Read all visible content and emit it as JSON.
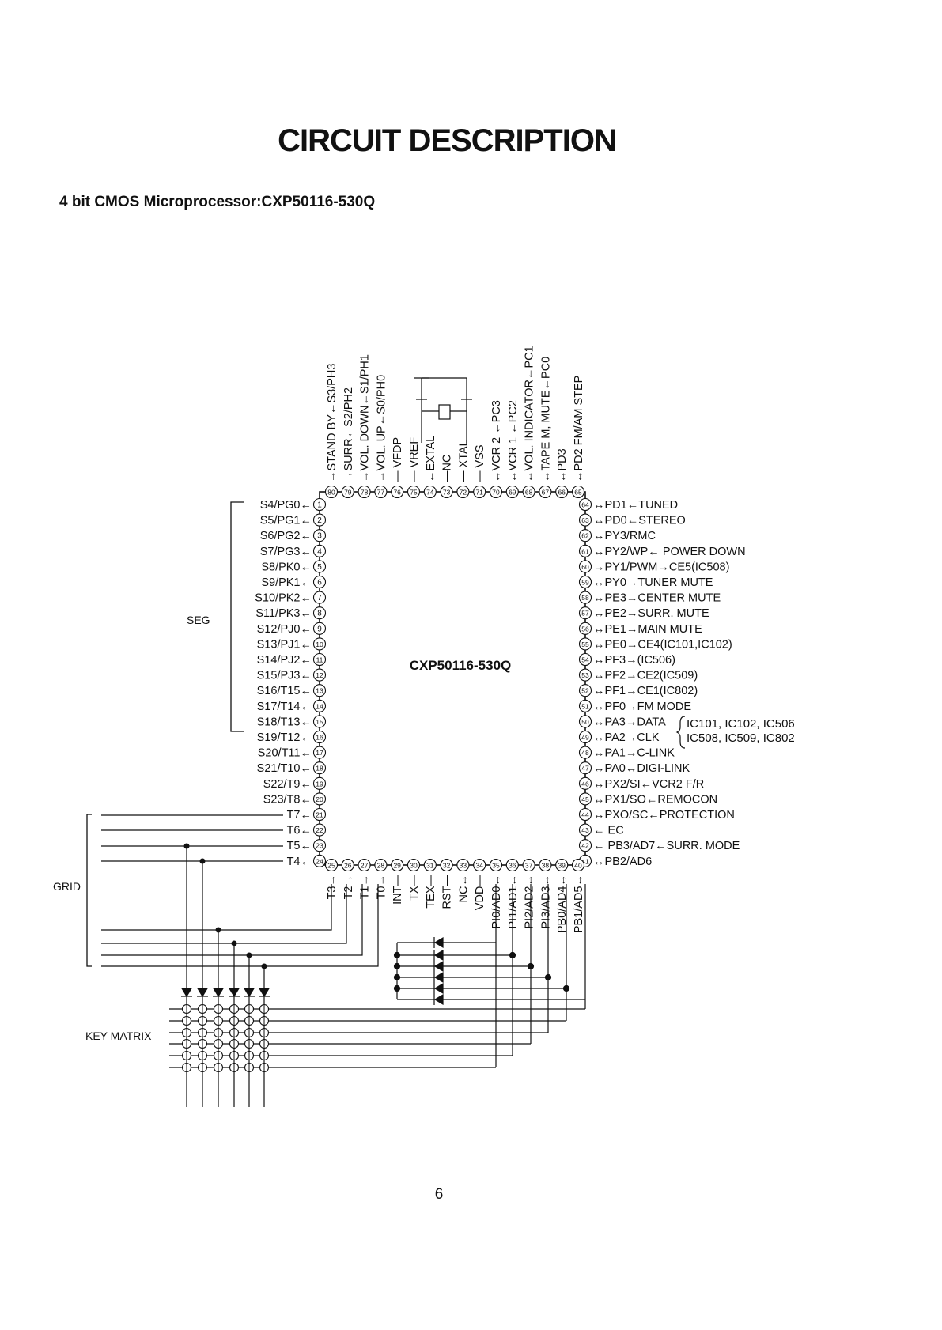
{
  "title": "CIRCUIT DESCRIPTION",
  "subtitle": "4 bit CMOS Microprocessor:CXP50116-530Q",
  "page_number": "6",
  "chip_label": "CXP50116-530Q",
  "group_labels": {
    "seg": "SEG",
    "grid": "GRID",
    "key_matrix": "KEY MATRIX"
  },
  "bracket_labels": {
    "data_ics_line1": "IC101, IC102, IC506",
    "data_ics_line2": "IC508, IC509, IC802"
  },
  "pins_left": [
    {
      "num": "1",
      "label": "S4/PG0←"
    },
    {
      "num": "2",
      "label": "S5/PG1←"
    },
    {
      "num": "3",
      "label": "S6/PG2←"
    },
    {
      "num": "4",
      "label": "S7/PG3←"
    },
    {
      "num": "5",
      "label": "S8/PK0←"
    },
    {
      "num": "6",
      "label": "S9/PK1←"
    },
    {
      "num": "7",
      "label": "S10/PK2←"
    },
    {
      "num": "8",
      "label": "S11/PK3←"
    },
    {
      "num": "9",
      "label": "S12/PJ0←"
    },
    {
      "num": "10",
      "label": "S13/PJ1←"
    },
    {
      "num": "11",
      "label": "S14/PJ2←"
    },
    {
      "num": "12",
      "label": "S15/PJ3←"
    },
    {
      "num": "13",
      "label": "S16/T15←"
    },
    {
      "num": "14",
      "label": "S17/T14←"
    },
    {
      "num": "15",
      "label": "S18/T13←"
    },
    {
      "num": "16",
      "label": "S19/T12←"
    },
    {
      "num": "17",
      "label": "S20/T11←"
    },
    {
      "num": "18",
      "label": "S21/T10←"
    },
    {
      "num": "19",
      "label": "S22/T9←"
    },
    {
      "num": "20",
      "label": "S23/T8←"
    },
    {
      "num": "21",
      "label": "T7←"
    },
    {
      "num": "22",
      "label": "T6←"
    },
    {
      "num": "23",
      "label": "T5←"
    },
    {
      "num": "24",
      "label": "T4←"
    }
  ],
  "pins_right": [
    {
      "num": "64",
      "label": "↔PD1←TUNED"
    },
    {
      "num": "63",
      "label": "↔PD0←STEREO"
    },
    {
      "num": "62",
      "label": "↔PY3/RMC"
    },
    {
      "num": "61",
      "label": "↔PY2/WP← POWER DOWN"
    },
    {
      "num": "60",
      "label": "→PY1/PWM→CE5(IC508)"
    },
    {
      "num": "59",
      "label": "↔PY0→TUNER MUTE"
    },
    {
      "num": "58",
      "label": "↔PE3→CENTER MUTE"
    },
    {
      "num": "57",
      "label": "↔PE2→SURR. MUTE"
    },
    {
      "num": "56",
      "label": "↔PE1→MAIN MUTE"
    },
    {
      "num": "55",
      "label": "↔PE0→CE4(IC101,IC102)"
    },
    {
      "num": "54",
      "label": "↔PF3→(IC506)"
    },
    {
      "num": "53",
      "label": "↔PF2→CE2(IC509)"
    },
    {
      "num": "52",
      "label": "↔PF1→CE1(IC802)"
    },
    {
      "num": "51",
      "label": "↔PF0→FM MODE"
    },
    {
      "num": "50",
      "label": "↔PA3→DATA"
    },
    {
      "num": "49",
      "label": "↔PA2→CLK"
    },
    {
      "num": "48",
      "label": "↔PA1→C-LINK"
    },
    {
      "num": "47",
      "label": "↔PA0↔DIGI-LINK"
    },
    {
      "num": "46",
      "label": "↔PX2/SI←VCR2 F/R"
    },
    {
      "num": "45",
      "label": "↔PX1/SO←REMOCON"
    },
    {
      "num": "44",
      "label": "↔PXO/SC←PROTECTION"
    },
    {
      "num": "43",
      "label": "← EC"
    },
    {
      "num": "42",
      "label": "← PB3/AD7←SURR. MODE"
    },
    {
      "num": "41",
      "label": "↔PB2/AD6"
    }
  ],
  "pins_top": [
    {
      "num": "80",
      "label": "→STAND BY←S3/PH3"
    },
    {
      "num": "79",
      "label": "→SURR←S2/PH2"
    },
    {
      "num": "78",
      "label": "→VOL. DOWN←S1/PH1"
    },
    {
      "num": "77",
      "label": "→VOL. UP←S0/PH0"
    },
    {
      "num": "76",
      "label": "— VFDP"
    },
    {
      "num": "75",
      "label": "— VREF"
    },
    {
      "num": "74",
      "label": "←EXTAL"
    },
    {
      "num": "73",
      "label": "—NC"
    },
    {
      "num": "72",
      "label": "— XTAL"
    },
    {
      "num": "71",
      "label": "— VSS"
    },
    {
      "num": "70",
      "label": "↔VCR 2 ←PC3"
    },
    {
      "num": "69",
      "label": "↔VCR 1 ←PC2"
    },
    {
      "num": "68",
      "label": "↔VOL. INDICATOR←PC1"
    },
    {
      "num": "67",
      "label": "↔TAPE M, MUTE←PC0"
    },
    {
      "num": "66",
      "label": "↔PD3"
    },
    {
      "num": "65",
      "label": "↔PD2 FM/AM STEP"
    }
  ],
  "pins_bottom": [
    {
      "num": "25",
      "label": "T3→"
    },
    {
      "num": "26",
      "label": "T2→"
    },
    {
      "num": "27",
      "label": "T1→"
    },
    {
      "num": "28",
      "label": "T0→"
    },
    {
      "num": "29",
      "label": "INT—"
    },
    {
      "num": "30",
      "label": "TX—"
    },
    {
      "num": "31",
      "label": "TEX—"
    },
    {
      "num": "32",
      "label": "RST—"
    },
    {
      "num": "33",
      "label": "NC↔"
    },
    {
      "num": "34",
      "label": "VDD—"
    },
    {
      "num": "35",
      "label": "PI0/AD0↔"
    },
    {
      "num": "36",
      "label": "PI1/AD1↔"
    },
    {
      "num": "37",
      "label": "PI2/AD2↔"
    },
    {
      "num": "38",
      "label": "PI3/AD3↔"
    },
    {
      "num": "39",
      "label": "PB0/AD4↔"
    },
    {
      "num": "40",
      "label": "PB1/AD5↔"
    }
  ]
}
